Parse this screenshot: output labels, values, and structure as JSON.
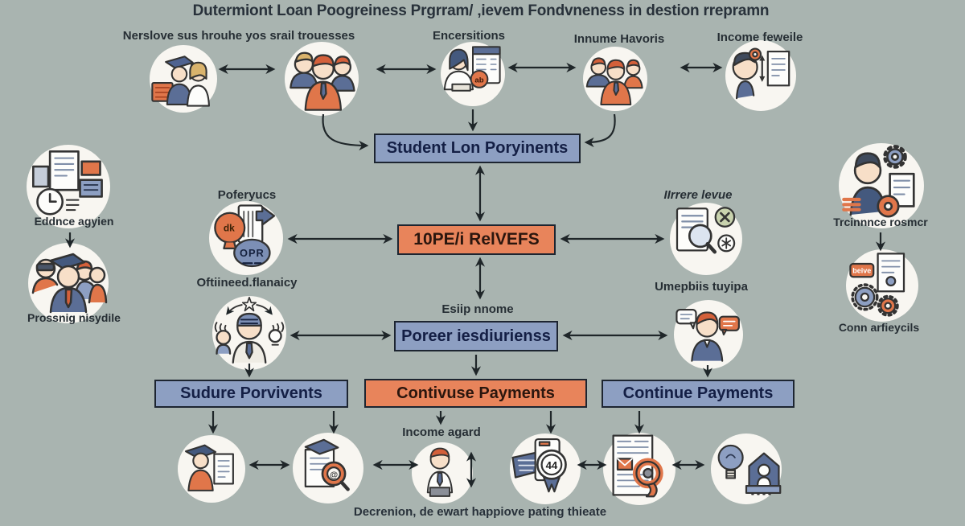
{
  "title": "Dutermiont Loan Poogreiness Prgrram/ ‚ievem Fondvneness in destion rrepramn",
  "caption": "Decrenion, de ewart happiove pating thieate",
  "top_row": {
    "label_1": "Nerslove sus hrouhe yos srail trouesses",
    "label_2": "Encersitions",
    "label_3": "Innume Havoris",
    "label_4": "Income feweile",
    "badge_ab": "ab"
  },
  "flow_boxes": {
    "student_payments": "Student Lon Poryinents",
    "relvefs": "10PE/i RelVEFS",
    "poreer": "Poreer iesdiurienss",
    "sudure": "Sudure Porvivents",
    "contivuse": "Contivuse Payments",
    "continue_payments": "Continue Payments"
  },
  "middle_labels": {
    "poferyucs": "Poferyucs",
    "iirrere_levue": "IIrrere levue",
    "oftineed": "Oftiineed.flanaicy",
    "umepbiis": "Umepbiis tuyipa",
    "esiip_nnome": "Esiip nnome"
  },
  "left_column": {
    "top_label": "Eddnce agyien",
    "bottom_label": "Prossnig nisydile"
  },
  "right_column": {
    "top_label": "Trcinnnce rosmcr",
    "bottom_label": "Conn arfieycils"
  },
  "bottom_row": {
    "income_agard": "Income agard"
  },
  "icon_badges": {
    "opr": "OPR",
    "dk": "dk",
    "beive": "beive",
    "badge_44": "44"
  },
  "colors": {
    "background": "#a9b4b0",
    "blue_box_fill": "#8d9fc2",
    "orange_box_fill": "#e8845b",
    "box_border": "#1d2531",
    "blue_box_text": "#141f45",
    "orange_box_text": "#2b160e",
    "label_text": "#262e34",
    "arrow": "#1f2629",
    "icon_orange": "#e0764a",
    "icon_blue": "#5b6e96",
    "icon_circle_bg": "#f8f6f1"
  }
}
